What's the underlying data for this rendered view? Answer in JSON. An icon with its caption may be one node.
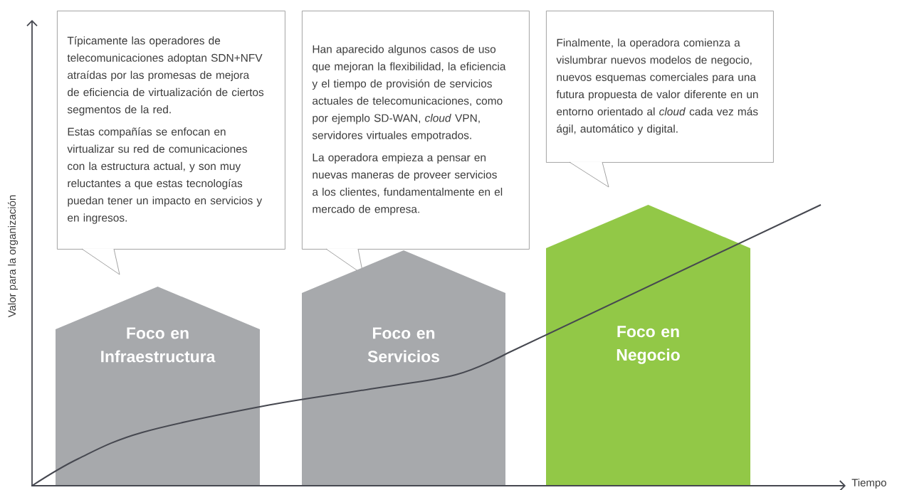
{
  "diagram": {
    "nodes": [
      {
        "text": [
          "Típicamente las operadores de telecomunicaciones adoptan SDN+NFV atraídas por las promesas de mejora de eficiencia de virtualización de ciertos segmentos de la red.",
          "Estas compañías se enfocan en virtualizar su red de comunicaciones con la estructura actual, y son muy reluctantes a que estas tecnologías puedan tener un impacto en servicios y en ingresos."
        ]
      },
      {
        "text": [
          "Han aparecido algunos casos de uso que mejoran la flexibilidad, la eficiencia y el tiempo de provisión de servicios actuales de telecomunicaciones, como por ejemplo SD-WAN, *cloud* VPN, servidores virtuales empotrados.",
          "La operadora empieza a pensar en nuevas maneras de proveer servicios a los clientes, fundamentalmente en el mercado de empresa."
        ]
      },
      {
        "text": [
          "Finalmente, la operadora comienza a vislumbrar nuevos modelos de negocio, nuevos esquemas comerciales para una futura propuesta de valor diferente en un entorno orientado al *cloud* cada vez más ágil, automático y digital."
        ]
      },
      {
        "text": [
          "Foco en Infraestructura"
        ]
      },
      {
        "text": [
          "Foco en Servicios"
        ]
      },
      {
        "text": [
          "Foco en Negocio"
        ]
      }
    ],
    "labels": [
      "Valor para la organización",
      "Tiempo"
    ]
  }
}
